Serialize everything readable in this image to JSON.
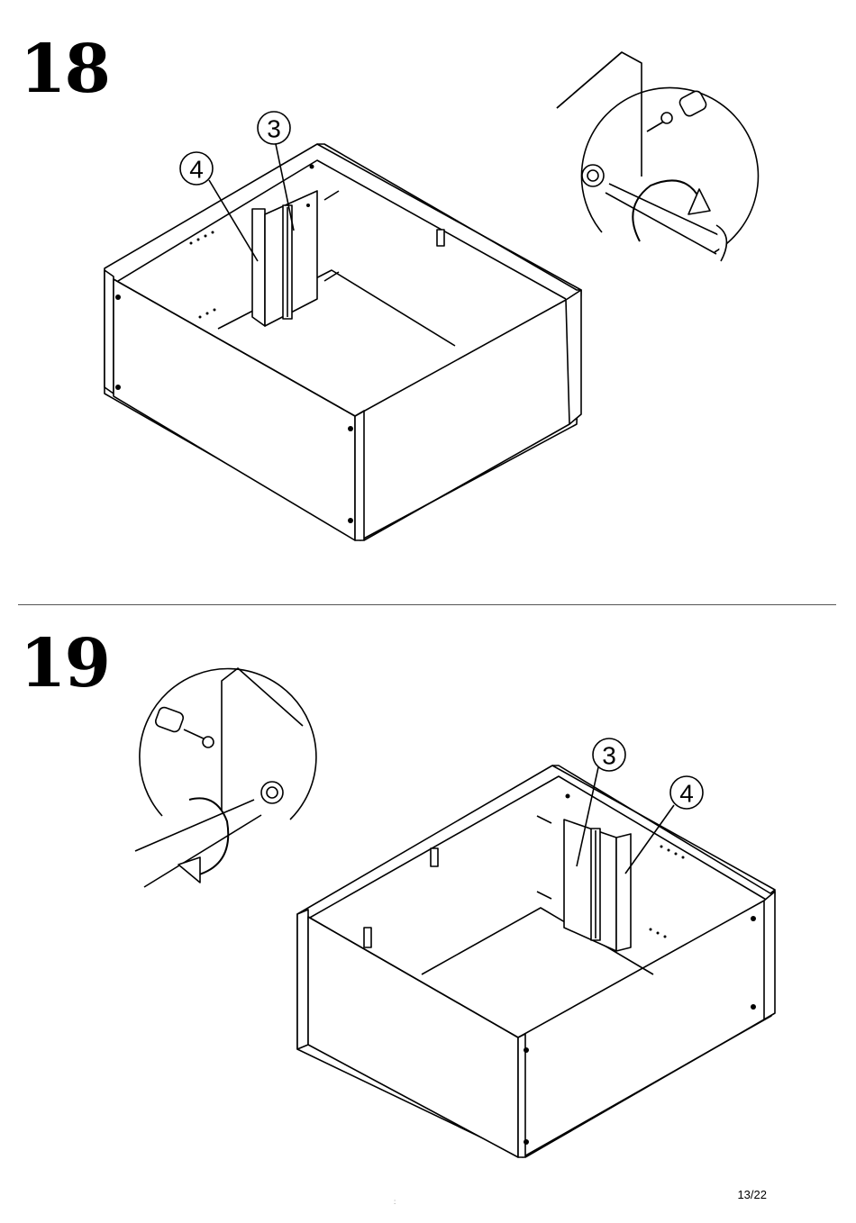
{
  "steps": [
    {
      "number": "18",
      "callouts": [
        "3",
        "4"
      ]
    },
    {
      "number": "19",
      "callouts": [
        "3",
        "4"
      ]
    }
  ],
  "footer": {
    "page": "13/22",
    "mark": ":"
  },
  "icons": [
    "screwdriver-icon",
    "cam-lock-icon",
    "dowel-screw-icon",
    "rotate-arrow-icon"
  ]
}
